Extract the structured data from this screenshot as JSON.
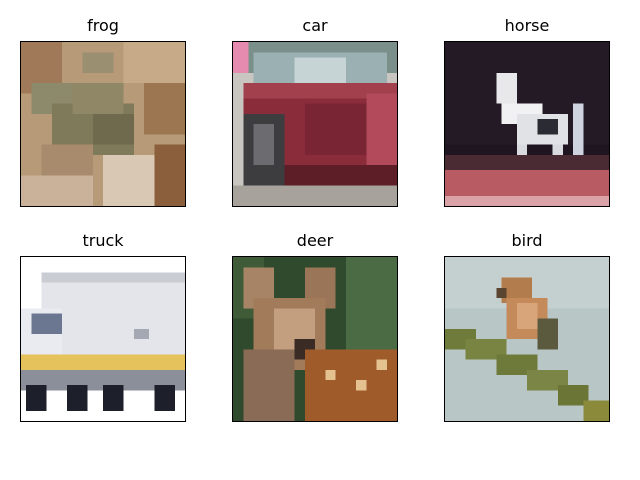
{
  "figure": {
    "panels": [
      {
        "label": "frog"
      },
      {
        "label": "car"
      },
      {
        "label": "horse"
      },
      {
        "label": "truck"
      },
      {
        "label": "deer"
      },
      {
        "label": "bird"
      }
    ]
  },
  "colors": {
    "frame": "#000000",
    "background": "#ffffff"
  }
}
